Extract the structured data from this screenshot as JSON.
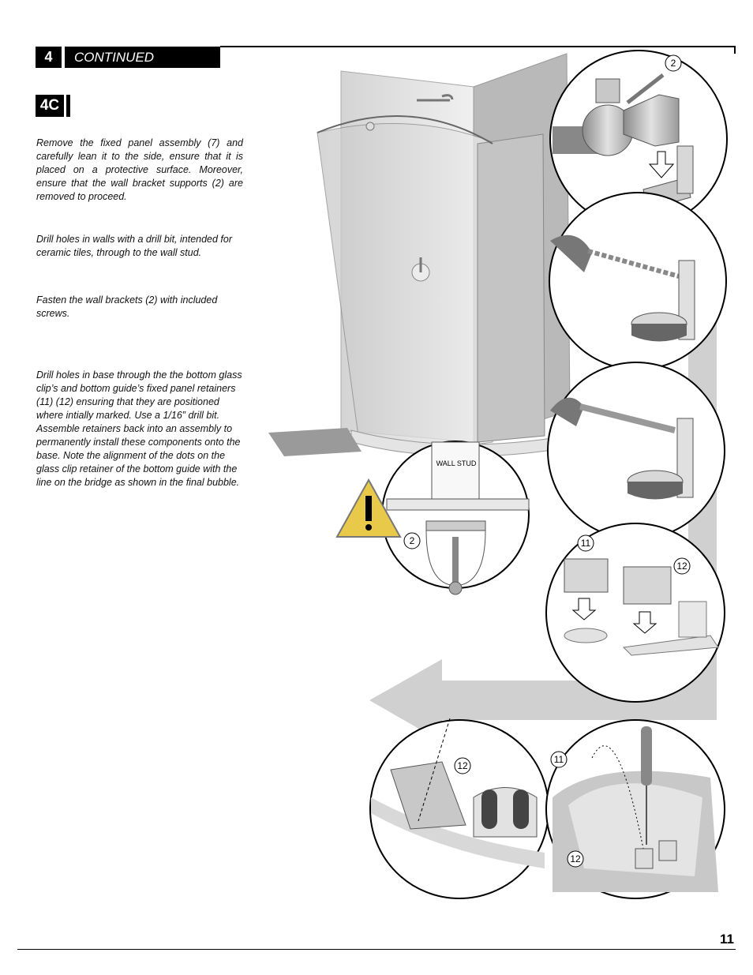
{
  "header": {
    "step_number": "4",
    "step_title": "CONTINUED",
    "substep": "4C"
  },
  "instructions": [
    "Remove the fixed panel assembly (7) and carefully lean it to the side, ensure that it is placed on a protective surface. Moreover, ensure that the wall bracket supports (2) are removed to proceed.",
    "Drill holes in walls with a drill bit, intended for ceramic tiles, through to the wall stud.",
    "Fasten the wall brackets (2) with included screws.",
    "Drill holes in base through the the bottom glass clip’s and bottom guide’s fixed panel retainers (11) (12) ensuring that they are positioned where intially marked. Use a 1/16” drill bit. Assemble retainers back into an assembly to permanently install these components onto the base. Note the alignment of the dots on the glass clip retainer of the bottom guide with the line on the bridge as shown in the final bubble."
  ],
  "callouts": {
    "bracket_top": "2",
    "bracket_section": "2",
    "retainer_a": "11",
    "retainer_b": "12",
    "retainer_c": "12",
    "retainer_d": "11",
    "retainer_e": "12"
  },
  "wall_stud_label": "WALL STUD",
  "page_number": "11"
}
